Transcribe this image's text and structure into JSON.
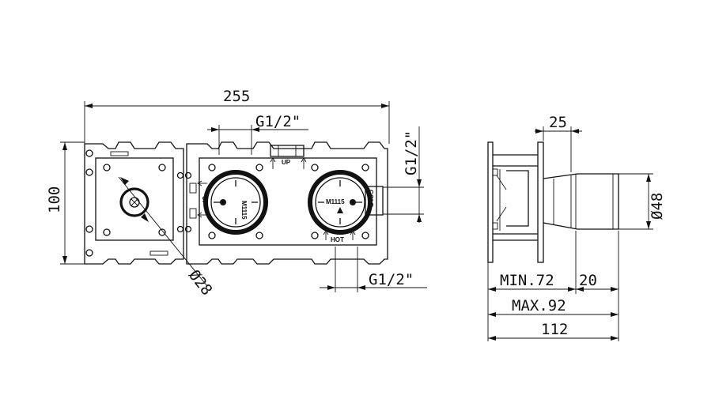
{
  "dimensions": {
    "overall_width": "255",
    "height": "100",
    "thread_top": "G1/2\"",
    "thread_right": "G1/2\"",
    "thread_bottom": "G1/2\"",
    "diameter_small": "Ø28",
    "depth_top": "25",
    "diameter_large": "Ø48",
    "min_depth": "MIN.72",
    "extra": "20",
    "max_depth": "MAX.92",
    "total_depth": "112"
  },
  "labels": {
    "up": "UP",
    "up_side": "UP",
    "hot": "HOT",
    "cold": "COLD",
    "cartridge_code": "M1115",
    "cartridge_code_left": "M1115"
  }
}
